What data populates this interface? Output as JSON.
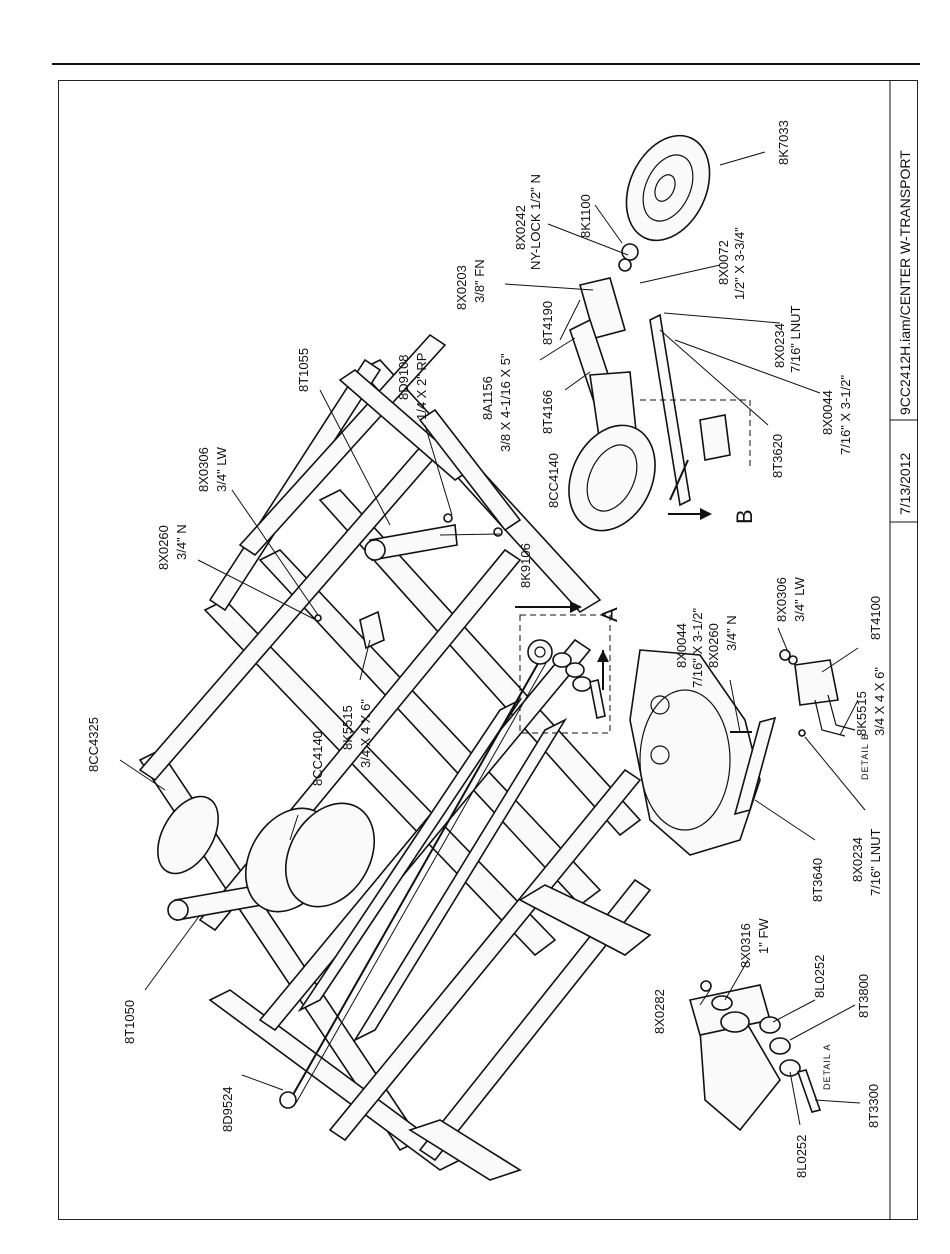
{
  "title_block": {
    "date": "7/13/2012",
    "file": "9CC2412H.iam/CENTER W-TRANSPORT"
  },
  "part_labels": [
    {
      "id": "8K7033"
    },
    {
      "id": "8K1100"
    },
    {
      "id": "8X0242",
      "desc": "NY-LOCK 1/2\" N"
    },
    {
      "id": "8X0072",
      "desc": "1/2\" X 3-3/4\""
    },
    {
      "id": "8X0203",
      "desc": "3/8\" FN"
    },
    {
      "id": "8T4190"
    },
    {
      "id": "8A1156",
      "desc": "3/8 X 4-1/16 X 5\""
    },
    {
      "id": "8T4166"
    },
    {
      "id": "8X0234",
      "desc": "7/16\" LNUT"
    },
    {
      "id": "8X0044",
      "desc": "7/16\" X 3-1/2\""
    },
    {
      "id": "8T3620"
    },
    {
      "id": "8CC4140"
    },
    {
      "id": "8T1055"
    },
    {
      "id": "8D9108",
      "desc": "1/4 X 2\" RP"
    },
    {
      "id": "8X0306",
      "desc": "3/4\" LW"
    },
    {
      "id": "8X0260",
      "desc": "3/4\" N"
    },
    {
      "id": "8K9106"
    },
    {
      "id": "8CC4325"
    },
    {
      "id": "8K5515",
      "desc": "3/4 X 4 X 6\""
    },
    {
      "id": "8CC4140"
    },
    {
      "id": "8T1050"
    },
    {
      "id": "8D9524"
    },
    {
      "id": "8X0044",
      "desc": "7/16\" X 3-1/2\""
    },
    {
      "id": "8X0260",
      "desc": "3/4\" N"
    },
    {
      "id": "8X0306",
      "desc": "3/4\" LW"
    },
    {
      "id": "8T4100"
    },
    {
      "id": "8K5515",
      "desc": "3/4 X 4 X 6\""
    },
    {
      "id": "8X0234",
      "desc": "7/16\" LNUT"
    },
    {
      "id": "8T3640"
    },
    {
      "id": "8X0316",
      "desc": "1\" FW"
    },
    {
      "id": "8X0282"
    },
    {
      "id": "8L0252"
    },
    {
      "id": "8T3800"
    },
    {
      "id": "8T3300"
    },
    {
      "id": "8L0252"
    }
  ],
  "view_markers": {
    "a": "A",
    "b": "B"
  },
  "detail_labels": {
    "a": "DETAIL A",
    "b": "DETAIL B"
  }
}
